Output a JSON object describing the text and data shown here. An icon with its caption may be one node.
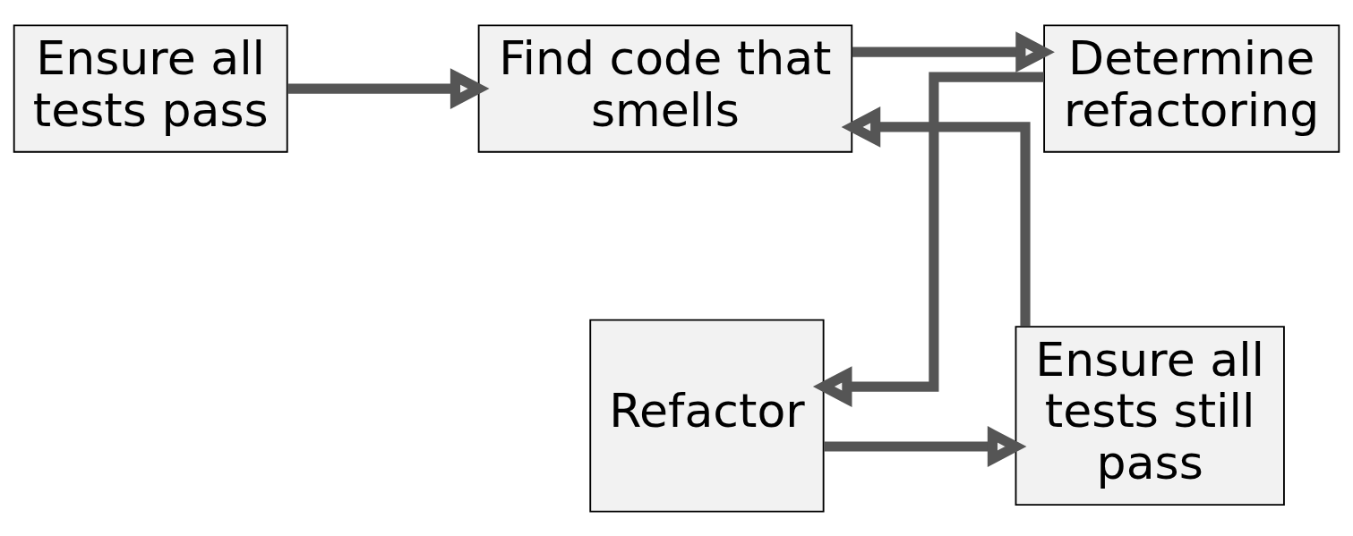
{
  "diagram": {
    "nodes": [
      {
        "text": [
          "Ensure all tests pass"
        ]
      },
      {
        "text": [
          "Find code that smells"
        ]
      },
      {
        "text": [
          "Determine refactoring"
        ]
      },
      {
        "text": [
          "Refactor"
        ]
      },
      {
        "text": [
          "Ensure all tests still pass"
        ]
      }
    ],
    "edges": [
      {
        "from": 0,
        "to": 1,
        "arrow": "to"
      },
      {
        "from": 1,
        "to": 2,
        "arrow": "to"
      },
      {
        "from": 2,
        "to": 3,
        "arrow": "to"
      },
      {
        "from": 3,
        "to": 4,
        "arrow": "to"
      },
      {
        "from": 4,
        "to": 1,
        "arrow": "to"
      }
    ]
  }
}
